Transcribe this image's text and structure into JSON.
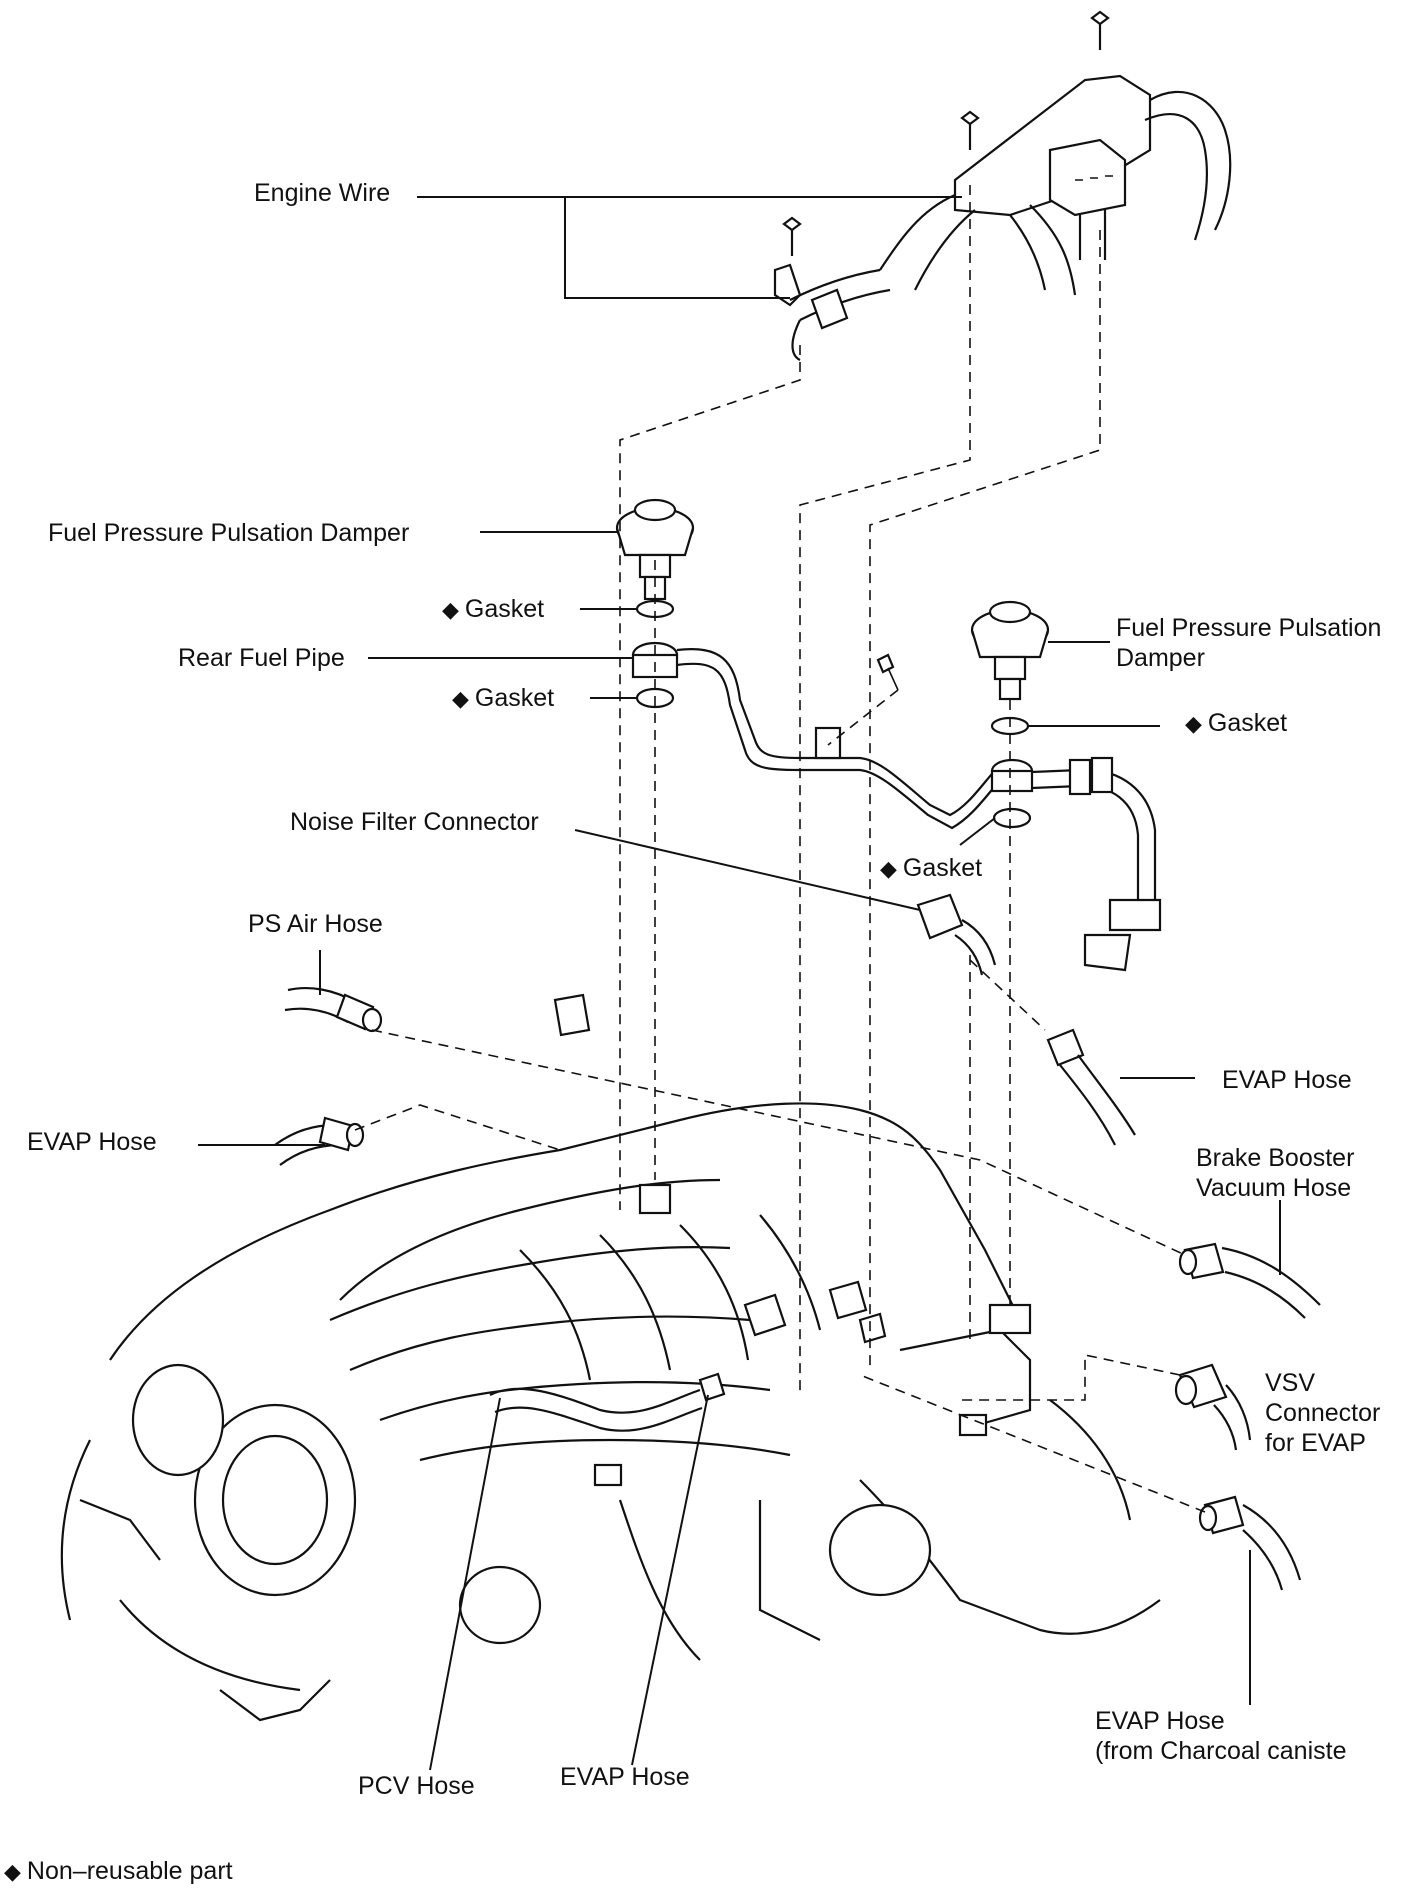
{
  "labels": {
    "engine_wire": "Engine Wire",
    "damper_rear": "Fuel Pressure Pulsation Damper",
    "gasket_1": "Gasket",
    "rear_fuel_pipe": "Rear Fuel Pipe",
    "gasket_2": "Gasket",
    "damper_front_l1": "Fuel Pressure Pulsation",
    "damper_front_l2": "Damper",
    "gasket_3": "Gasket",
    "noise_filter": "Noise Filter Connector",
    "gasket_4": "Gasket",
    "ps_air_hose": "PS Air Hose",
    "evap_hose_right": "EVAP Hose",
    "evap_hose_left": "EVAP Hose",
    "brake_l1": "Brake Booster",
    "brake_l2": "Vacuum Hose",
    "vsv_l1": "VSV",
    "vsv_l2": "Connector",
    "vsv_l3": "for EVAP",
    "evap_canister_l1": "EVAP Hose",
    "evap_canister_l2": "(from Charcoal caniste",
    "pcv_hose": "PCV Hose",
    "evap_hose_bottom": "EVAP Hose",
    "legend": "Non–reusable part"
  },
  "symbols": {
    "non_reusable": "◆"
  }
}
